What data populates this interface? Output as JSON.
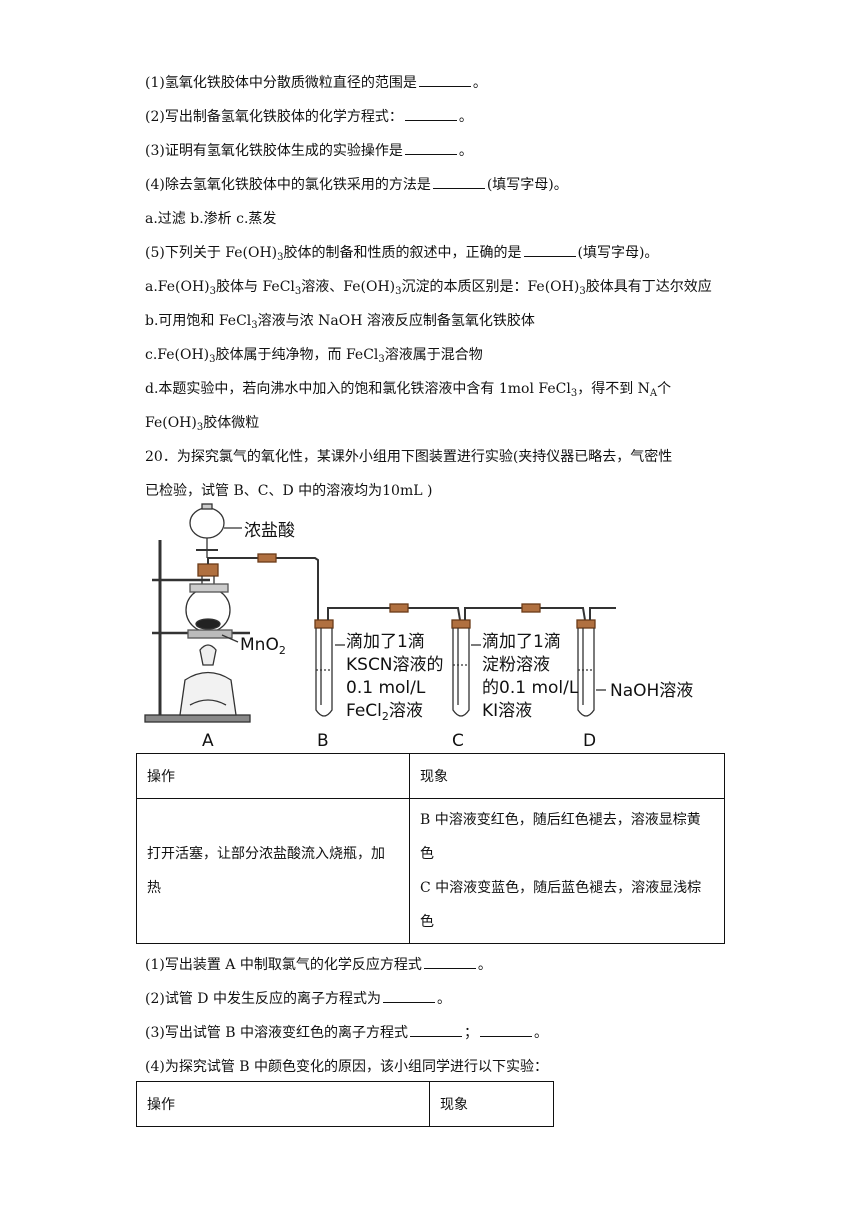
{
  "q19": {
    "p1": "(1)氢氧化铁胶体中分散质微粒直径的范围是",
    "p1_end": "。",
    "p2": "(2)写出制备氢氧化铁胶体的化学方程式：",
    "p2_end": "。",
    "p3": "(3)证明有氢氧化铁胶体生成的实验操作是",
    "p3_end": "。",
    "p4": "(4)除去氢氧化铁胶体中的氯化铁采用的方法是",
    "p4_end": "(填写字母)。",
    "p4_options": "a.过滤  b.渗析  c.蒸发",
    "p5_a": "(5)下列关于 Fe(OH)",
    "p5_b": "胶体的制备和性质的叙述中，正确的是",
    "p5_end": "(填写字母)。",
    "optA": [
      "a.Fe(OH)",
      "3",
      "胶体与 FeCl",
      "3",
      "溶液、Fe(OH)",
      "3",
      "沉淀的本质区别是：Fe(OH)",
      "3",
      "胶体具有丁达尔效应"
    ],
    "optB": [
      "b.可用饱和 FeCl",
      "3",
      "溶液与浓 NaOH 溶液反应制备氢氧化铁胶体"
    ],
    "optC": [
      "c.Fe(OH)",
      "3",
      "胶体属于纯净物，而 FeCl",
      "3",
      "溶液属于混合物"
    ],
    "optD1": [
      "d.本题实验中，若向沸水中加入的饱和氯化铁溶液中含有 1mol FeCl",
      "3",
      "，得不到 N",
      "A",
      "个"
    ],
    "optD2": [
      "Fe(OH)",
      "3",
      "胶体微粒"
    ]
  },
  "q20": {
    "intro1": "20．为探究氯气的氧化性，某课外小组用下图装置进行实验(夹持仪器已略去，气密性",
    "intro2": "已检验，试管 B、C、D 中的溶液均为10mL )",
    "figure": {
      "label_hcl": "浓盐酸",
      "label_mno2": "MnO",
      "label_mno2_sub": "2",
      "b_text": [
        "滴加了1滴",
        "KSCN溶液的",
        "0.1 mol/L",
        "FeCl"
      ],
      "b_sub": "2",
      "b_last": "溶液",
      "c_text": [
        "滴加了1滴",
        "淀粉溶液",
        "的0.1 mol/L",
        "KI溶液"
      ],
      "d_text": "NaOH溶液",
      "letters": [
        "A",
        "B",
        "C",
        "D"
      ]
    },
    "table1": {
      "header": [
        "操作",
        "现象"
      ],
      "op": [
        "打开活塞，让部分浓盐酸流入烧瓶，加",
        "热"
      ],
      "obs": [
        "B 中溶液变红色，随后红色褪去，溶液显棕黄",
        "色",
        "C 中溶液变蓝色，随后蓝色褪去，溶液显浅棕",
        "色"
      ]
    },
    "s1": "(1)写出装置 A 中制取氯气的化学反应方程式",
    "s1_end": "。",
    "s2": "(2)试管 D 中发生反应的离子方程式为",
    "s2_end": "。",
    "s3": "(3)写出试管 B 中溶液变红色的离子方程式",
    "s3_mid": "；",
    "s3_end": "。",
    "s4": "(4)为探究试管 B 中颜色变化的原因，该小组同学进行以下实验：",
    "table2": {
      "header": [
        "操作",
        "现象"
      ]
    }
  }
}
